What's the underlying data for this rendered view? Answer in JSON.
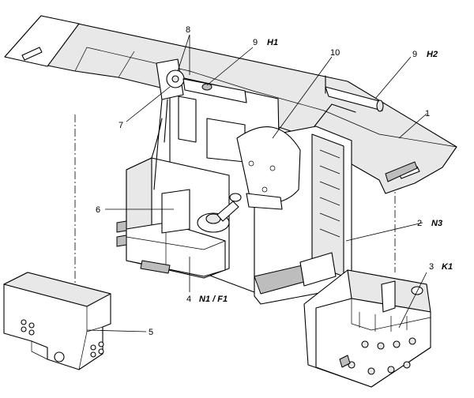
{
  "callouts": {
    "c1": "1",
    "c2": "2",
    "c3": "3",
    "c4": "4",
    "c5": "5",
    "c6": "6",
    "c7": "7",
    "c8": "8",
    "c9a": "9",
    "c9b": "9",
    "c10": "10"
  },
  "designations": {
    "h1": "H1",
    "h2": "H2",
    "n3": "N3",
    "k1": "K1",
    "n1f1": "N1 / F1"
  }
}
